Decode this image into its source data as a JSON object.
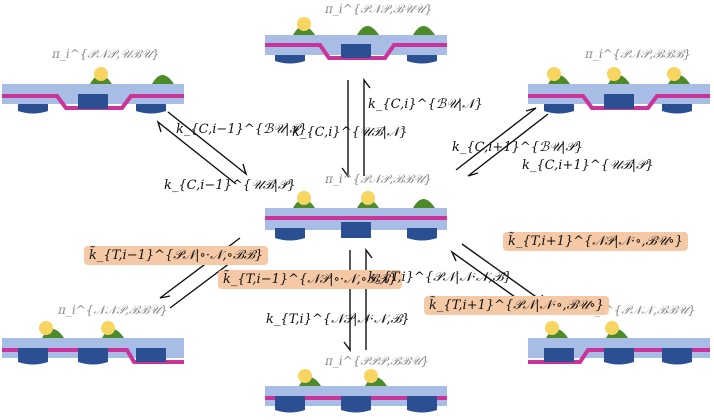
{
  "states": {
    "top": "π_i^{𝒫𝒩𝒫,ℬ𝒰𝒰}",
    "ul": "π_i^{𝒫𝒩𝒫,𝒰ℬ𝒰}",
    "ur": "π_i^{𝒫𝒩𝒫,ℬℬℬ}",
    "center": "π_i^{𝒫𝒩𝒫,ℬℬ𝒰}",
    "ll": "π_i^{𝒩𝒩𝒫,ℬℬ𝒰}",
    "lr": "π_i^{𝒫𝒩𝒩,ℬℬ𝒰}",
    "bottom": "π_i^{𝒫𝒫𝒫,ℬℬ𝒰}"
  },
  "rates": {
    "top_a": "k_{C,i}^{ℬ𝒰|𝒩}",
    "top_b": "k_{C,i}^{𝒰ℬ|𝒩}",
    "ul_a": "k_{C,i−1}^{ℬ𝒰|𝒫}",
    "ul_b": "k_{C,i−1}^{𝒰ℬ|𝒫}",
    "ur_a": "k_{C,i+1}^{ℬ𝒰|𝒫}",
    "ur_b": "k_{C,i+1}^{𝒰ℬ|𝒫}",
    "ll_a": "k̃_{T,i−1}^{𝒫𝒩|∘·𝒩,∘ℬℬ}",
    "ll_b": "k̃_{T,i−1}^{𝒩𝒫|∘·𝒩,∘ℬℬ}",
    "bot_a": "k_{T,i}^{𝒫𝒩|𝒩·𝒩,ℬ}",
    "bot_b": "k_{T,i}^{𝒩𝒫|𝒩·𝒩,ℬ}",
    "lr_a": "k̃_{T,i+1}^{𝒩𝒫|𝒩·∘,ℬ𝒰∘}",
    "lr_b": "k̃_{T,i+1}^{𝒫𝒩|𝒩·∘,ℬ𝒰∘}"
  },
  "colors": {
    "membrane": "#a8bde6",
    "magenta": "#cc3399",
    "channel": "#2b4f93",
    "leaf": "#4d8a2a",
    "ball": "#f7d560",
    "rate_box": "#f6c9a6"
  }
}
